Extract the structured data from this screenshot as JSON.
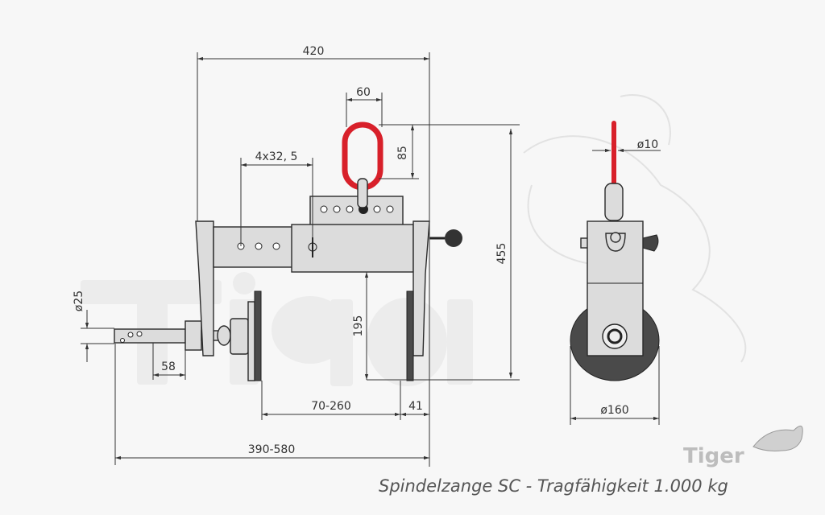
{
  "dimensions": {
    "overall_width": "420",
    "ring_width": "60",
    "ring_height": "85",
    "hole_spacing": "4x32, 5",
    "overall_height": "455",
    "jaw_depth": "195",
    "spindle_diameter": "ø25",
    "spindle_length": "58",
    "clamping_range": "70-260",
    "jaw_thickness": "41",
    "total_length_range": "390-580",
    "chain_diameter": "ø10",
    "wheel_diameter": "ø160"
  },
  "caption": "Spindelzange SC - Tragfähigkeit 1.000 kg",
  "logo_text": "Tiger",
  "colors": {
    "ring": "#d8202a",
    "lines": "#333333",
    "part_fill": "#dcdcdc"
  }
}
